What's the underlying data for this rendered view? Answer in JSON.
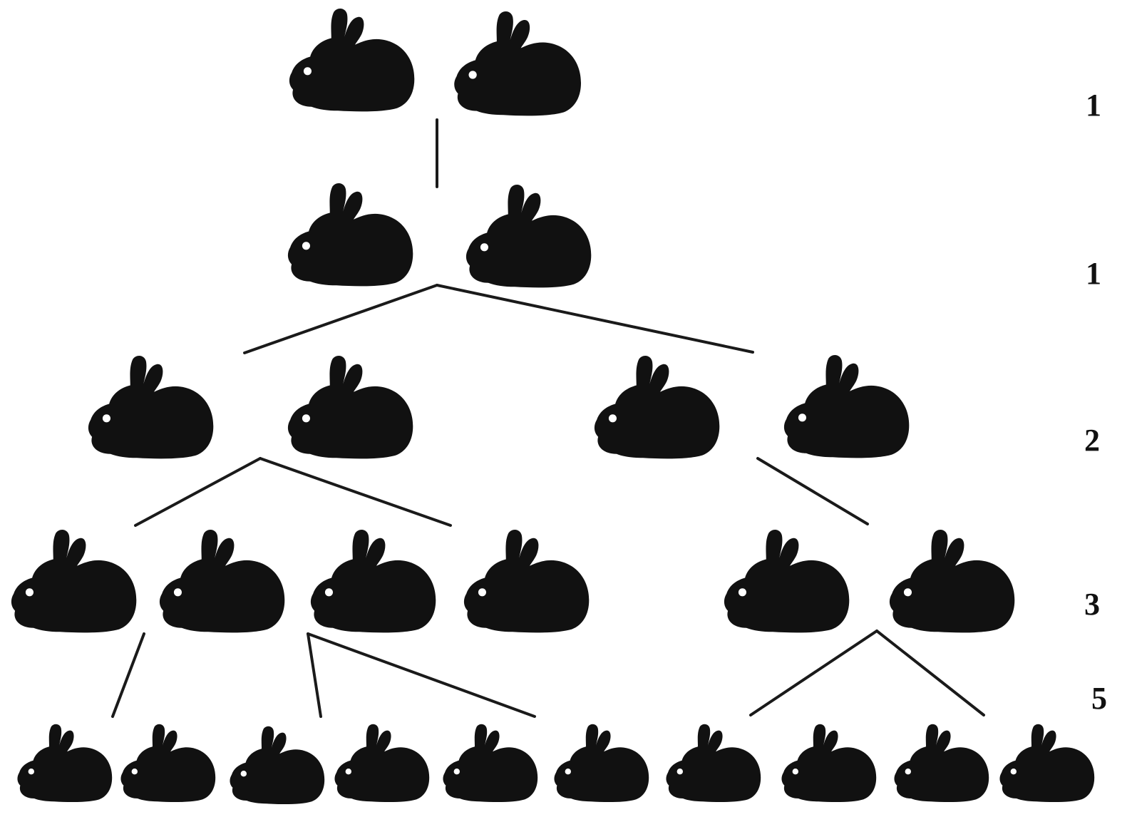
{
  "colors": {
    "rabbit": "#111111",
    "line": "#1a1a1a",
    "background": "#ffffff"
  },
  "icon": "rabbit-icon",
  "generations": [
    {
      "count": "1",
      "pairs": 1,
      "rabbits": 2
    },
    {
      "count": "1",
      "pairs": 1,
      "rabbits": 2
    },
    {
      "count": "2",
      "pairs": 2,
      "rabbits": 4
    },
    {
      "count": "3",
      "pairs": 3,
      "rabbits": 6
    },
    {
      "count": "5",
      "pairs": 5,
      "rabbits": 10
    }
  ]
}
